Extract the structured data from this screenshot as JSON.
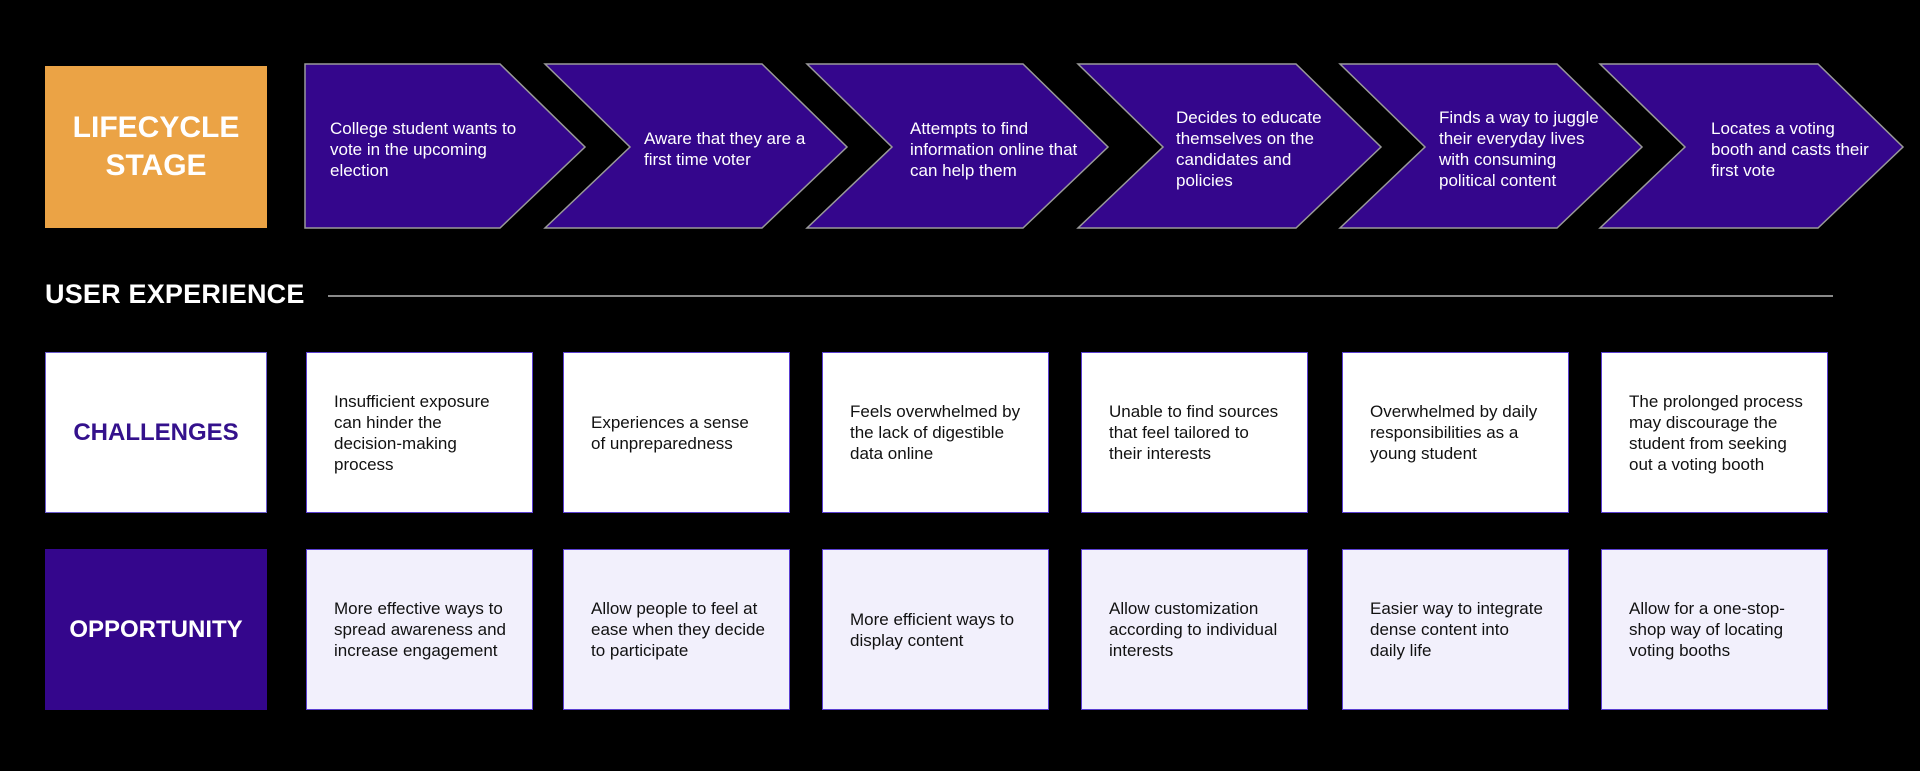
{
  "colors": {
    "background": "#000000",
    "lifecycle_label_bg": "#EBA345",
    "chevron_fill": "#34068C",
    "challenge_label_text": "#34118C",
    "opportunity_label_bg": "#34068C",
    "challenge_card_bg": "#FFFFFF",
    "opportunity_card_bg": "#F2F0FC"
  },
  "lifecycle": {
    "label": "LIFECYCLE STAGE",
    "stages": [
      "College student wants to vote in the upcoming election",
      "Aware that they are a first time voter",
      "Attempts to find information online that can help them",
      "Decides to educate themselves on the candidates and policies",
      "Finds a way to juggle their everyday lives with consuming political content",
      "Locates a voting booth and casts their first vote"
    ]
  },
  "user_experience": {
    "title": "USER EXPERIENCE"
  },
  "challenges": {
    "label": "CHALLENGES",
    "items": [
      "Insufficient exposure can hinder the decision-making process",
      "Experiences a sense of unpreparedness",
      "Feels overwhelmed by the lack of digestible data online",
      "Unable to find sources that feel tailored to their interests",
      "Overwhelmed by daily responsibilities as a young student",
      "The prolonged process may discourage the student from seeking out a voting booth"
    ]
  },
  "opportunity": {
    "label": "OPPORTUNITY",
    "items": [
      "More effective ways to spread awareness and increase engagement",
      "Allow people to feel at ease when they decide to participate",
      "More efficient ways to display content",
      "Allow customization according to individual interests",
      "Easier way to integrate dense content into daily life",
      "Allow for a one-stop-shop way of locating voting booths"
    ]
  }
}
